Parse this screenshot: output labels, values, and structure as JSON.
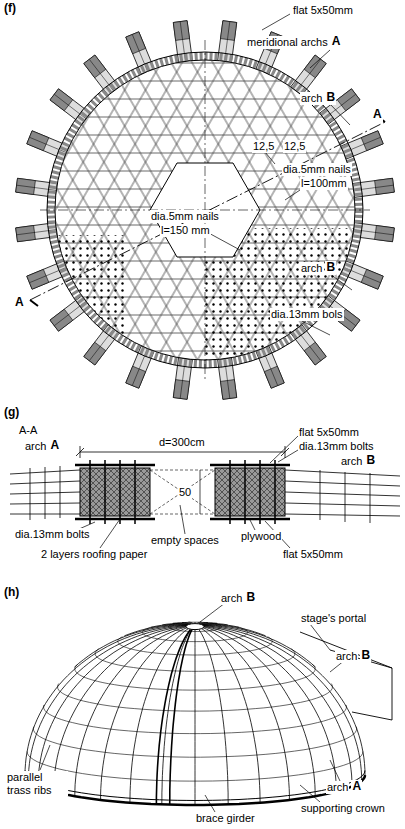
{
  "diagram": {
    "labels": [
      "(f)",
      "flat 5x50mm",
      "meridional archs",
      "A",
      "A",
      "arch",
      "B",
      "12,5",
      "12,5",
      "dia.5mm nails",
      "l=100mm",
      "dia.5mm nails",
      "l=150 mm",
      "arch",
      "B",
      "dia.13mm bols",
      "A",
      "(g)",
      "A-A",
      "d=300cm",
      "arch",
      "A",
      "flat 5x50mm",
      "dia.13mm bolts",
      "arch",
      "B",
      "50",
      "dia.13mm bolts",
      "2 layers roofing paper",
      "empty spaces",
      "plywood",
      "flat 5x50mm",
      "(h)",
      "arch",
      "B",
      "stage's portal",
      "arch",
      "B",
      "parallel trass ribs",
      "arch",
      "A",
      "supporting crown",
      "brace girder"
    ]
  }
}
